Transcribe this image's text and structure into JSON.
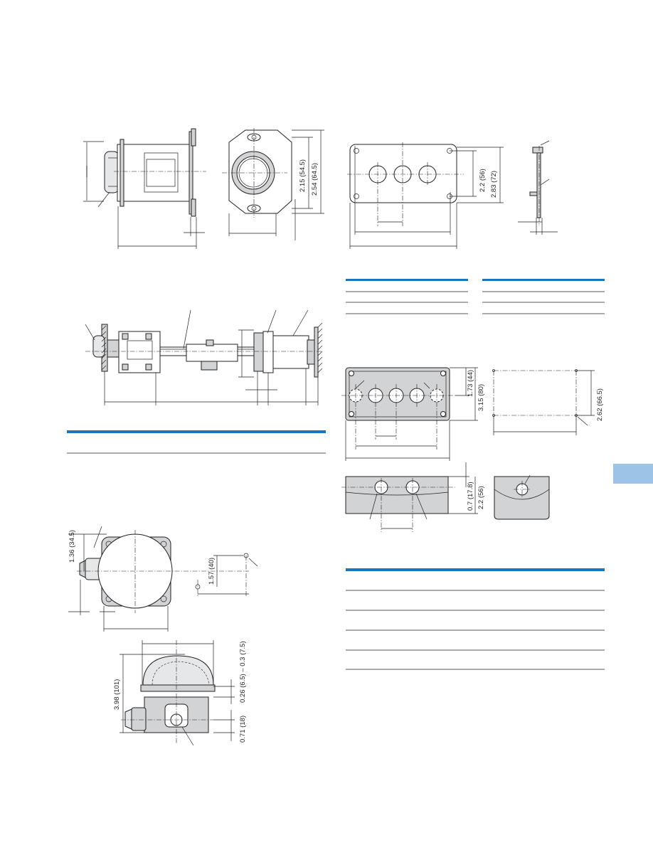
{
  "colors": {
    "accent_blue": "#1b75bc",
    "tab_blue": "#9dc3e6",
    "line": "#231f20",
    "part_fill": "#d2d3d4"
  },
  "dims": {
    "mount_height_in": "2.15 (54.5)",
    "mount_height_total": "2.54 (64.5)",
    "plate_hole_spacing": "2.2 (56)",
    "plate_height": "2.83 (72)",
    "enclosure_top_offset": "1.73 (44)",
    "enclosure_height": "3.15 (80)",
    "cutout_height": "2.62 (66.5)",
    "lid_offset": "0.7 (17.8)",
    "lid_height": "2.2 (56)",
    "side_offset": "1.36 (34.5)",
    "hole_spacing": "1.57 (40)",
    "overall_height": "3.98 (101)",
    "gap_range": "0.26 (6.5) – 0.3 (7.5)",
    "base_height": "0.71 (18)"
  }
}
